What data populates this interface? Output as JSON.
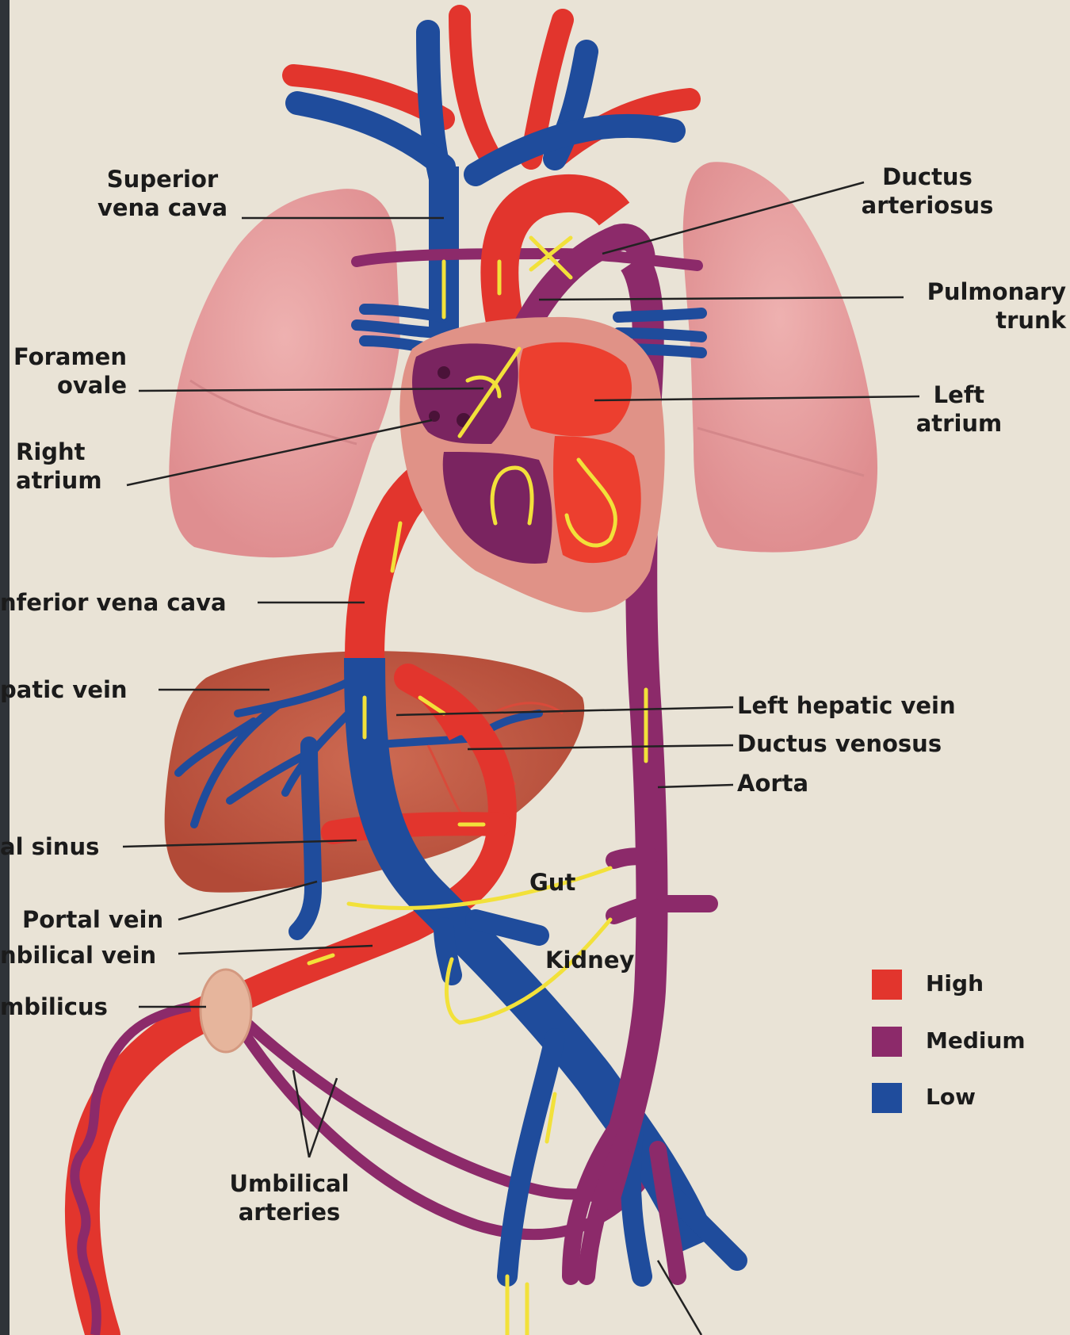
{
  "labels": {
    "superior_vena_cava": "Superior\nvena cava",
    "ductus_arteriosus": "Ductus\narteriosus",
    "pulmonary_trunk": "Pulmonary\ntrunk",
    "foramen_ovale": "Foramen\novale",
    "left_atrium": "Left\natrium",
    "right_atrium": "Right\natrium",
    "inferior_vena_cava": "nferior vena cava",
    "hepatic_vein": "patic vein",
    "left_hepatic_vein": "Left hepatic vein",
    "ductus_venosus": "Ductus venosus",
    "aorta": "Aorta",
    "portal_sinus": "al sinus",
    "gut": "Gut",
    "portal_vein": "Portal vein",
    "umbilical_vein": "nbilical vein",
    "kidney": "Kidney",
    "umbilicus": "mbilicus",
    "umbilical_arteries": "Umbilical\narteries"
  },
  "legend": {
    "items": [
      {
        "label": "High",
        "color": "#e2352d"
      },
      {
        "label": "Medium",
        "color": "#8c2a6a"
      },
      {
        "label": "Low",
        "color": "#1f4c9c"
      }
    ]
  },
  "colors": {
    "high": "#e2352d",
    "medium": "#8c2a6a",
    "low": "#1f4c9c",
    "flow_arrow": "#f2e13a",
    "lung": "#e9a3a4",
    "liver": "#c4563f",
    "pericardium": "#e09287"
  }
}
